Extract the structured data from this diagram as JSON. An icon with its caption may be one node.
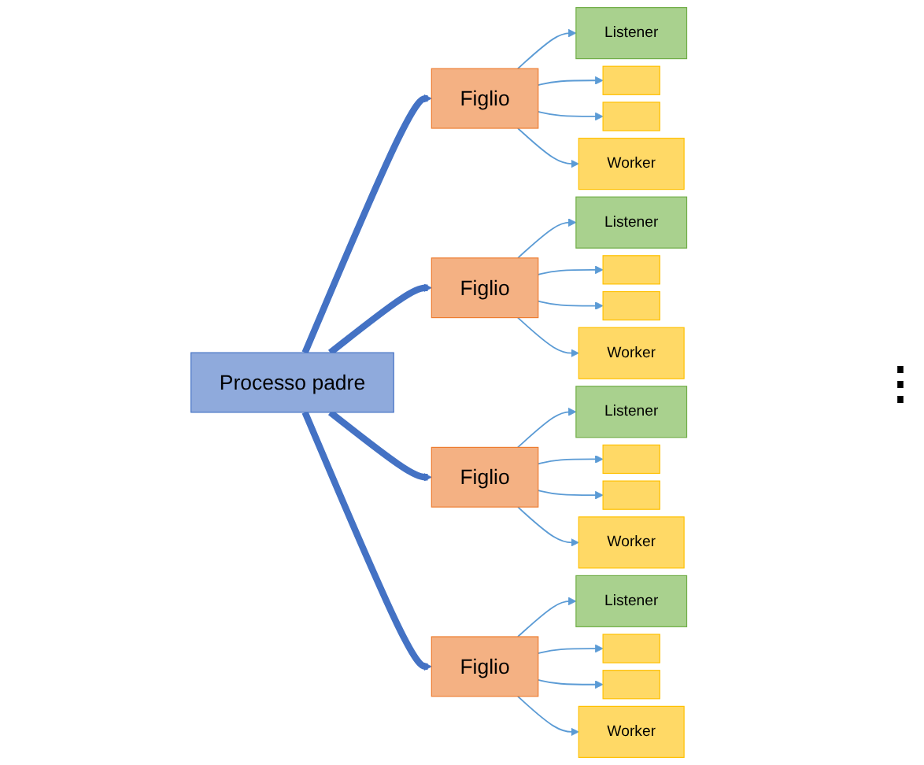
{
  "diagram": {
    "nodes": [
      {
        "text": [
          "Processo padre"
        ]
      },
      {
        "text": [
          "Figlio"
        ]
      },
      {
        "text": [
          "Listener"
        ]
      },
      {
        "text": [],
        "shape": "box"
      },
      {
        "text": [],
        "shape": "box"
      },
      {
        "text": [
          "Worker"
        ]
      },
      {
        "text": [
          "Figlio"
        ]
      },
      {
        "text": [
          "Listener"
        ]
      },
      {
        "text": [],
        "shape": "box"
      },
      {
        "text": [],
        "shape": "box"
      },
      {
        "text": [
          "Worker"
        ]
      },
      {
        "text": [
          "Figlio"
        ]
      },
      {
        "text": [
          "Listener"
        ]
      },
      {
        "text": [],
        "shape": "box"
      },
      {
        "text": [],
        "shape": "box"
      },
      {
        "text": [
          "Worker"
        ]
      },
      {
        "text": [
          "Figlio"
        ]
      },
      {
        "text": [
          "Listener"
        ]
      },
      {
        "text": [],
        "shape": "box"
      },
      {
        "text": [],
        "shape": "box"
      },
      {
        "text": [
          "Worker"
        ]
      }
    ],
    "edges": [
      {
        "from": 0,
        "to": 1,
        "arrow": "to",
        "style": "thick",
        "color": "#4472c4"
      },
      {
        "from": 0,
        "to": 6,
        "arrow": "to",
        "style": "thick",
        "color": "#4472c4"
      },
      {
        "from": 0,
        "to": 11,
        "arrow": "to",
        "style": "thick",
        "color": "#4472c4"
      },
      {
        "from": 0,
        "to": 16,
        "arrow": "to",
        "style": "thick",
        "color": "#4472c4"
      },
      {
        "from": 1,
        "to": 2,
        "arrow": "to"
      },
      {
        "from": 1,
        "to": 3,
        "arrow": "to"
      },
      {
        "from": 1,
        "to": 4,
        "arrow": "to"
      },
      {
        "from": 1,
        "to": 5,
        "arrow": "to"
      },
      {
        "from": 6,
        "to": 7,
        "arrow": "to"
      },
      {
        "from": 6,
        "to": 8,
        "arrow": "to"
      },
      {
        "from": 6,
        "to": 9,
        "arrow": "to"
      },
      {
        "from": 6,
        "to": 10,
        "arrow": "to"
      },
      {
        "from": 11,
        "to": 12,
        "arrow": "to"
      },
      {
        "from": 11,
        "to": 13,
        "arrow": "to"
      },
      {
        "from": 11,
        "to": 14,
        "arrow": "to"
      },
      {
        "from": 11,
        "to": 15,
        "arrow": "to"
      },
      {
        "from": 16,
        "to": 17,
        "arrow": "to"
      },
      {
        "from": 16,
        "to": 18,
        "arrow": "to"
      },
      {
        "from": 16,
        "to": 19,
        "arrow": "to"
      },
      {
        "from": 16,
        "to": 20,
        "arrow": "to"
      }
    ],
    "labels": [
      "⋮"
    ]
  }
}
